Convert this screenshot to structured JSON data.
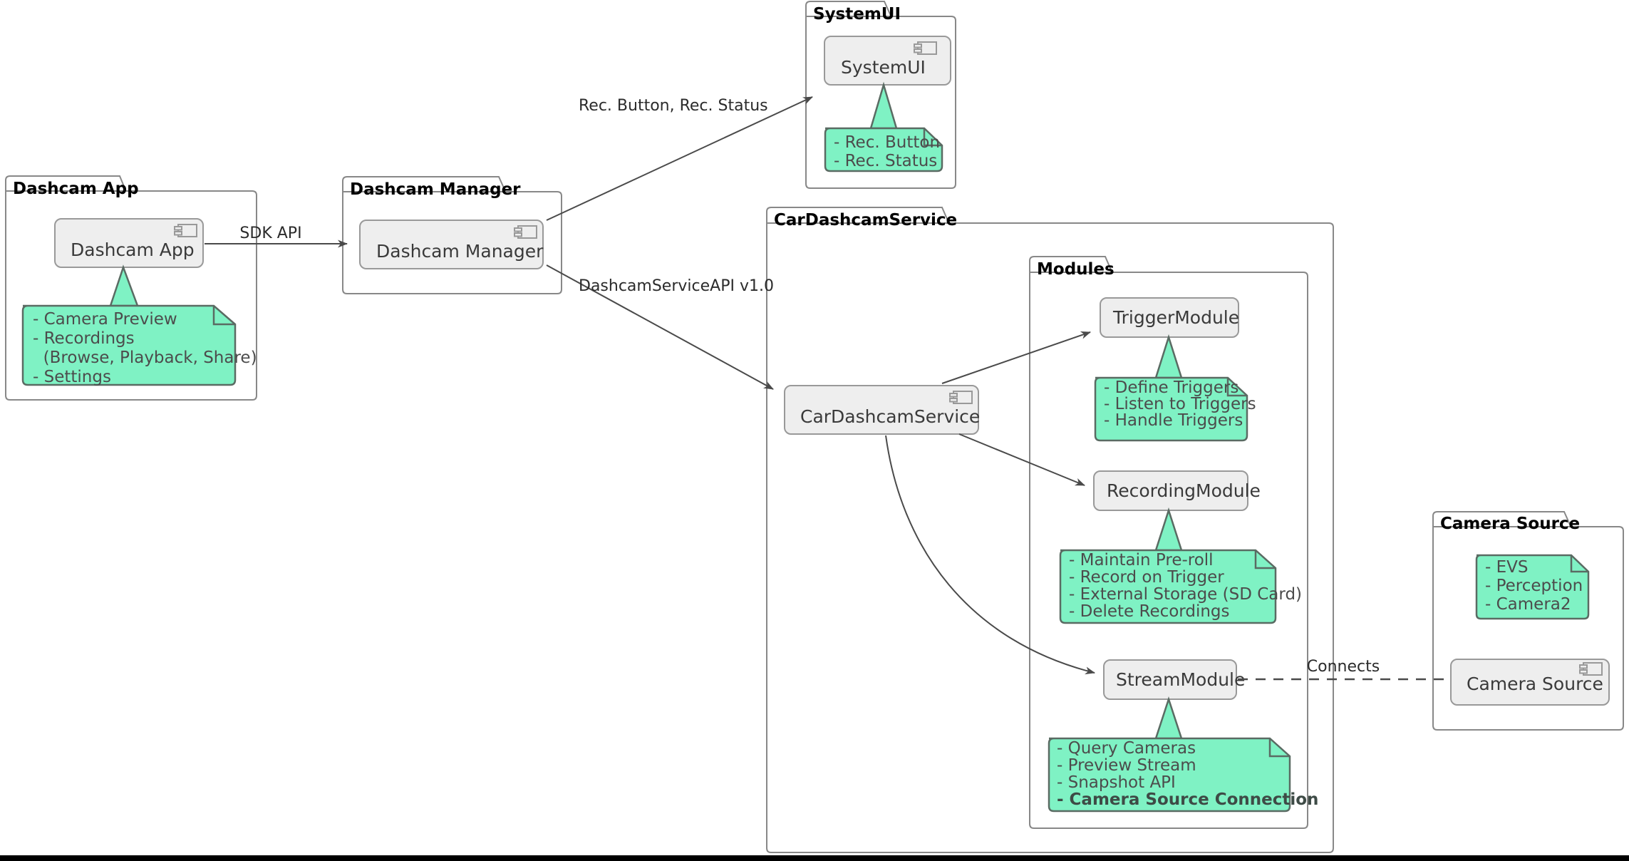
{
  "diagram": {
    "title": "Dashcam Architecture Component Diagram",
    "colors": {
      "note_fill": "#7ff2c4",
      "note_border": "#5a6b63",
      "component_fill": "#eeeeee",
      "component_border": "#999999",
      "package_border": "#888888",
      "edge": "#4a4a4a",
      "background": "#ffffff"
    }
  },
  "packages": [
    {
      "id": "dashcam-app",
      "label": "Dashcam App"
    },
    {
      "id": "dashcam-manager",
      "label": "Dashcam Manager"
    },
    {
      "id": "systemui",
      "label": "SystemUI"
    },
    {
      "id": "cardashcamservice",
      "label": "CarDashcamService"
    },
    {
      "id": "modules",
      "label": "Modules"
    },
    {
      "id": "camera-source",
      "label": "Camera Source"
    }
  ],
  "components": [
    {
      "id": "comp-dashcam-app",
      "label": "Dashcam App"
    },
    {
      "id": "comp-dashcam-manager",
      "label": "Dashcam Manager"
    },
    {
      "id": "comp-systemui",
      "label": "SystemUI"
    },
    {
      "id": "comp-cardashcamservice",
      "label": "CarDashcamService"
    },
    {
      "id": "comp-trigger-module",
      "label": "TriggerModule"
    },
    {
      "id": "comp-recording-module",
      "label": "RecordingModule"
    },
    {
      "id": "comp-stream-module",
      "label": "StreamModule"
    },
    {
      "id": "comp-camera-source",
      "label": "Camera Source"
    }
  ],
  "notes": {
    "dashcam_app": {
      "lines": [
        "- Camera Preview",
        "- Recordings",
        "  (Browse, Playback, Share)",
        "- Settings"
      ]
    },
    "systemui": {
      "lines": [
        "- Rec. Button",
        "- Rec. Status"
      ]
    },
    "trigger_module": {
      "lines": [
        "- Define Triggers",
        "- Listen to Triggers",
        "- Handle Triggers"
      ]
    },
    "recording_module": {
      "lines": [
        "- Maintain Pre-roll",
        "- Record on Trigger",
        "- External Storage (SD Card)",
        "- Delete Recordings"
      ]
    },
    "stream_module": {
      "lines": [
        "- Query Cameras",
        "- Preview Stream",
        "- Snapshot API",
        "- Camera Source Connection"
      ],
      "bold_index": 3
    },
    "camera_source": {
      "lines": [
        "- EVS",
        "- Perception",
        "- Camera2"
      ]
    }
  },
  "edges": [
    {
      "id": "edge-sdk-api",
      "label": "SDK API",
      "from": "Dashcam App",
      "to": "Dashcam Manager",
      "style": "solid-arrow"
    },
    {
      "id": "edge-rec-button-status",
      "label": "Rec. Button, Rec. Status",
      "from": "Dashcam Manager",
      "to": "SystemUI",
      "style": "solid-arrow"
    },
    {
      "id": "edge-dashcam-service-api",
      "label": "DashcamServiceAPI v1.0",
      "from": "Dashcam Manager",
      "to": "CarDashcamService",
      "style": "solid-arrow"
    },
    {
      "id": "edge-to-trigger-module",
      "label": "",
      "from": "CarDashcamService",
      "to": "TriggerModule",
      "style": "solid-arrow"
    },
    {
      "id": "edge-to-recording-module",
      "label": "",
      "from": "CarDashcamService",
      "to": "RecordingModule",
      "style": "solid-arrow"
    },
    {
      "id": "edge-to-stream-module",
      "label": "",
      "from": "CarDashcamService",
      "to": "StreamModule",
      "style": "solid-arrow"
    },
    {
      "id": "edge-connects",
      "label": "Connects",
      "from": "StreamModule",
      "to": "Camera Source",
      "style": "dashed"
    }
  ]
}
